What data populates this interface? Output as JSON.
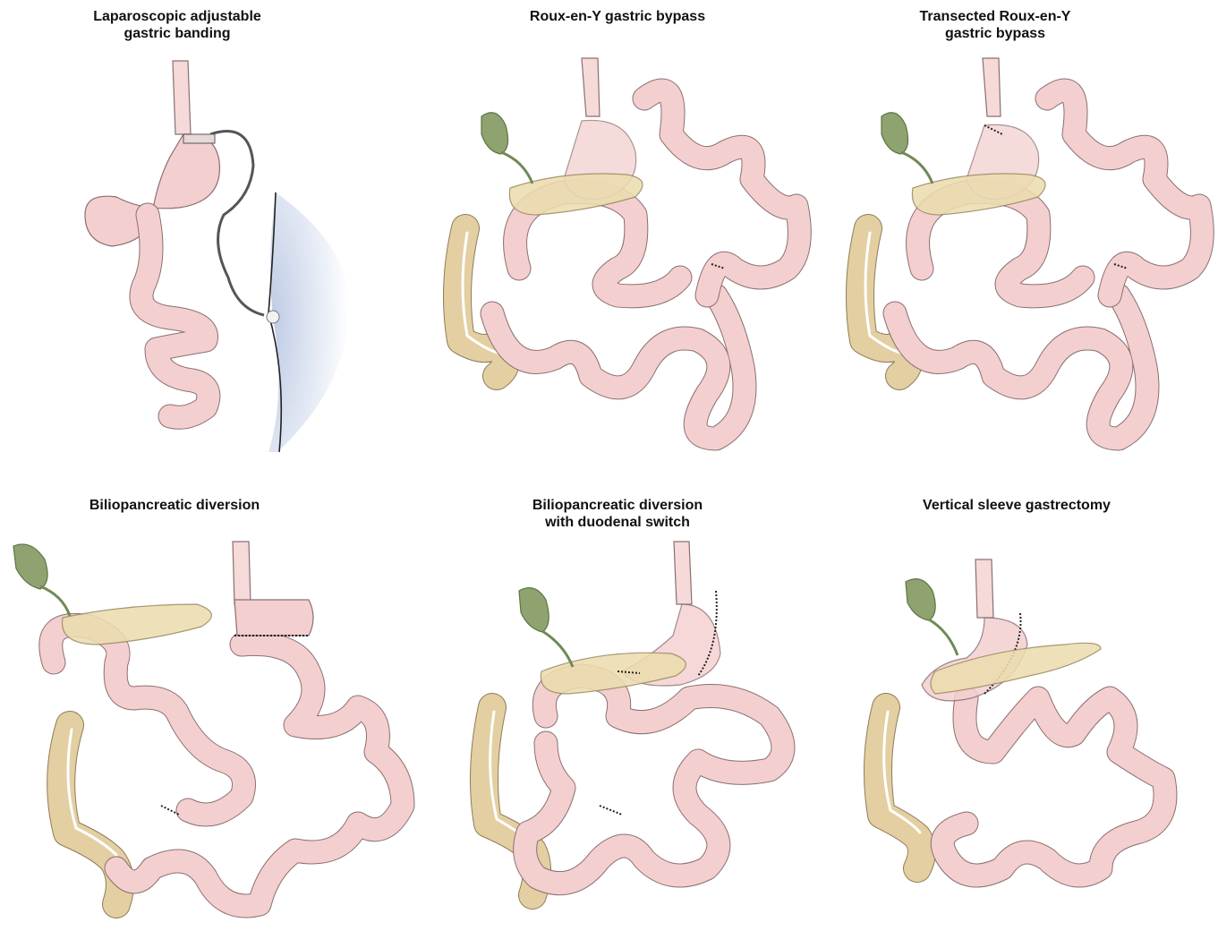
{
  "panels": [
    {
      "title_lines": [
        "Laparoscopic adjustable",
        "gastric banding"
      ]
    },
    {
      "title_lines": [
        "Roux-en-Y gastric bypass"
      ]
    },
    {
      "title_lines": [
        "Transected Roux-en-Y",
        "gastric bypass"
      ]
    },
    {
      "title_lines": [
        "Biliopancreatic diversion"
      ]
    },
    {
      "title_lines": [
        "Biliopancreatic diversion",
        "with duodenal switch"
      ]
    },
    {
      "title_lines": [
        "Vertical sleeve gastrectomy"
      ]
    }
  ],
  "colors": {
    "intestine_fill": "#f4cfcf",
    "intestine_outline": "#8a6f70",
    "colon": "#e3cfa2",
    "pancreas": "#ecdcb0",
    "gallbladder": "#8ea36f",
    "skin_shadow": "#b9c7e3"
  }
}
